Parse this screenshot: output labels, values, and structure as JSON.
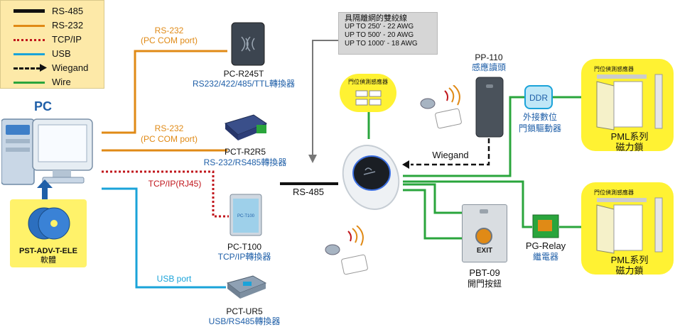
{
  "legend": {
    "items": [
      {
        "label": "RS-485",
        "color": "#111111",
        "style": "solid-thick"
      },
      {
        "label": "RS-232",
        "color": "#e08a16",
        "style": "solid"
      },
      {
        "label": "TCP/IP",
        "color": "#c0161c",
        "style": "dotted"
      },
      {
        "label": "USB",
        "color": "#1aa3d9",
        "style": "solid"
      },
      {
        "label": "Wiegand",
        "color": "#111111",
        "style": "dashed-arrow"
      },
      {
        "label": "Wire",
        "color": "#2aa53c",
        "style": "solid"
      }
    ]
  },
  "pc": {
    "label": "PC"
  },
  "software": {
    "name": "PST-ADV-T-ELE",
    "desc": "軟體"
  },
  "cable_note": {
    "title": "具隔離網的雙絞線",
    "lines": [
      "UP TO 250' - 22 AWG",
      "UP TO 500' - 20 AWG",
      "UP TO 1000' - 18 AWG"
    ]
  },
  "links": {
    "rs232_1": "RS-232",
    "rs232_1_port": "(PC COM port)",
    "rs232_2": "RS-232",
    "rs232_2_port": "(PC COM port)",
    "tcpip": "TCP/IP(RJ45)",
    "usb": "USB port"
  },
  "devices": {
    "r245t": {
      "name": "PC-R245T",
      "desc": "RS232/422/485/TTL轉換器"
    },
    "r2r5": {
      "name": "PCT-R2R5",
      "desc": "RS-232/RS485轉換器"
    },
    "t100": {
      "name": "PC-T100",
      "desc": "TCP/IP轉換器"
    },
    "ur5": {
      "name": "PCT-UR5",
      "desc": "USB/RS485轉換器"
    },
    "pp110": {
      "name": "PP-110",
      "desc": "感應讀頭"
    },
    "ddr": {
      "name": "DDR",
      "desc_1": "外接數位",
      "desc_2": "門鎖驅動器"
    },
    "pbt09": {
      "name": "PBT-09",
      "desc": "開門按鈕",
      "button_text": "EXIT"
    },
    "pgrelay": {
      "name": "PG-Relay",
      "desc": "繼電器"
    },
    "pml1": {
      "sensor": "門位偵測感應器",
      "name": "PML系列",
      "desc": "磁力鎖"
    },
    "pml2": {
      "sensor": "門位偵測感應器",
      "name": "PML系列",
      "desc": "磁力鎖"
    },
    "door_sensor": {
      "label": "門位偵測感應器"
    }
  },
  "bus": {
    "label": "RS-485"
  },
  "wiegand": {
    "label": "Wiegand"
  },
  "colors": {
    "rs485": "#111111",
    "rs232": "#e08a16",
    "tcpip": "#c0161c",
    "usb": "#1aa3d9",
    "wire": "#2aa53c",
    "panel": "#fff233",
    "legend_bg": "#fde9a8",
    "text_blue": "#1f5fa8"
  }
}
